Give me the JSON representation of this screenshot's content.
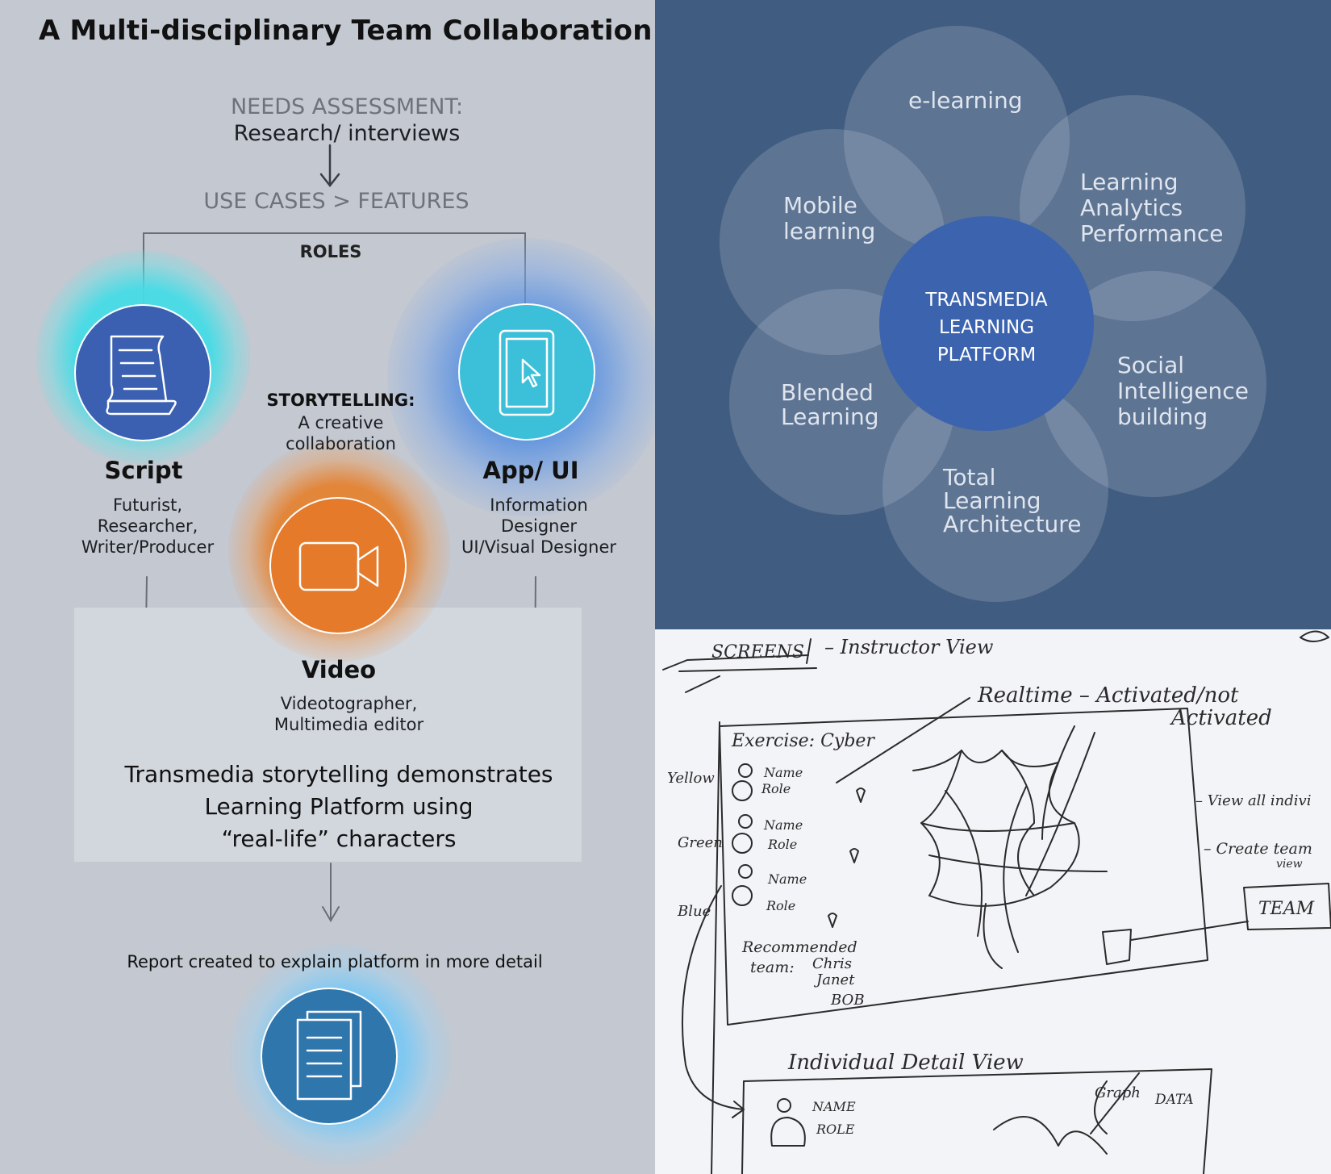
{
  "title": "A Multi-disciplinary Team Collaboration",
  "flow": {
    "needs_label": "NEEDS ASSESSMENT:",
    "needs_sub": "Research/ interviews",
    "use_cases": "USE CASES > FEATURES",
    "roles": "ROLES"
  },
  "roles": {
    "script": {
      "name": "Script",
      "desc": [
        "Futurist,",
        "Researcher,",
        "Writer/Producer"
      ],
      "icon": "script-scroll-icon"
    },
    "app": {
      "name": "App/ UI",
      "desc": [
        "Information",
        "Designer",
        "UI/Visual Designer"
      ],
      "icon": "tablet-cursor-icon"
    },
    "video": {
      "name": "Video",
      "desc": [
        "Videotographer,",
        "Multimedia editor"
      ],
      "icon": "video-camera-icon"
    }
  },
  "storytelling": {
    "title": "STORYTELLING:",
    "desc": [
      "A creative",
      "collaboration"
    ]
  },
  "transmedia": [
    "Transmedia storytelling demonstrates",
    "Learning Platform using",
    "“real-life” characters"
  ],
  "report": {
    "text": "Report created to explain platform in more detail",
    "icon": "documents-icon"
  },
  "colors": {
    "script_circle": "#3b60b1",
    "app_circle": "#3cc0d9",
    "video_circle": "#e47a2a",
    "report_circle": "#2f76ad",
    "platform_bg": "#415c81",
    "platform_center": "#3c63ae"
  },
  "platform": {
    "center": [
      "TRANSMEDIA",
      "LEARNING",
      "PLATFORM"
    ],
    "petals": {
      "elearning": [
        "e-learning"
      ],
      "analytics": [
        "Learning",
        "Analytics",
        "Performance"
      ],
      "social": [
        "Social",
        "Intelligence",
        "building"
      ],
      "architecture": [
        "Total",
        "Learning",
        "Architecture"
      ],
      "blended": [
        "Blended",
        "Learning"
      ],
      "mobile": [
        "Mobile",
        "learning"
      ]
    }
  },
  "sketch": {
    "header_screens": "SCREENS",
    "header_view": "– Instructor View",
    "realtime": "Realtime – Activated/not",
    "realtime_2": "Activated",
    "exercise": "Exercise: Cyber",
    "teams": [
      "Yellow",
      "Green",
      "Blue"
    ],
    "members": [
      [
        "Name",
        "Role"
      ],
      [
        "Name",
        "Role"
      ],
      [
        "Name",
        "Role"
      ]
    ],
    "recommended": "Recommended",
    "recommended_team": "team:",
    "recommended_names": [
      "Chris",
      "Janet",
      "BOB"
    ],
    "view_all": "– View all indivi",
    "create_team": "– Create team",
    "create_team_2": "view",
    "team_box": "TEAM",
    "individual": "Individual Detail View",
    "graph": "Graph",
    "data": "DATA",
    "detail_name": "NAME",
    "detail_role": "ROLE"
  }
}
